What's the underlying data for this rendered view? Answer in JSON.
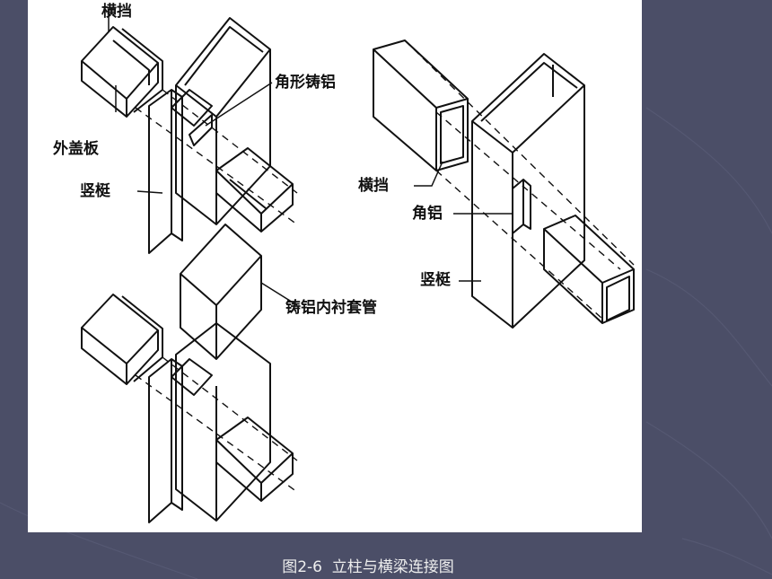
{
  "labels": {
    "hengdang_top": "横挡",
    "jiaoxing_zhulv": "角形铸铝",
    "waigaiban": "外盖板",
    "shuting_left": "竖梃",
    "zhulv_neichen": "铸铝内衬套管",
    "hengdang_right": "横挡",
    "jiaolv": "角铝",
    "shuting_right": "竖梃"
  },
  "caption": {
    "prefix": "图",
    "number": "2-6",
    "text": "立柱与横梁连接图"
  },
  "colors": {
    "background": "#4b4e67",
    "panel": "#ffffff",
    "ink": "#111111",
    "caption_text": "#eeeeee"
  }
}
